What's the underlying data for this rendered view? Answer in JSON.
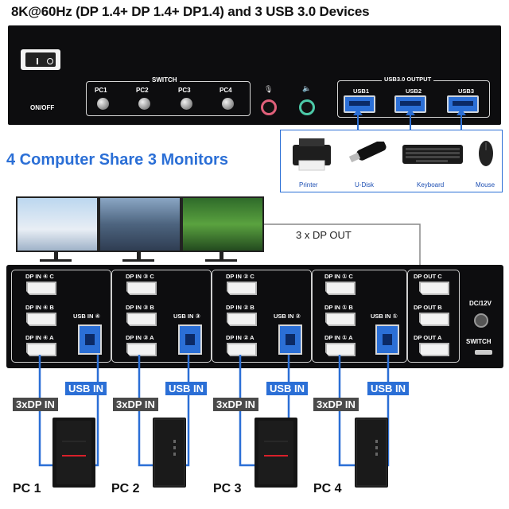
{
  "headline": "8K@60Hz (DP 1.4+ DP 1.4+ DP1.4) and 3 USB 3.0 Devices",
  "front_panel": {
    "power_label": "ON/OFF",
    "switch_label": "SWITCH",
    "pc_buttons": [
      "PC1",
      "PC2",
      "PC3",
      "PC4"
    ],
    "usb_output_label": "USB3.0 OUTPUT",
    "usb_ports": [
      "USB1",
      "USB2",
      "USB3"
    ]
  },
  "devices": [
    "Printer",
    "U-Disk",
    "Keyboard",
    "Mouse"
  ],
  "share_title": "4 Computer Share 3 Monitors",
  "dp_out_caption": "3 x DP OUT",
  "back_panel": {
    "inputs": [
      {
        "dp_c": "DP IN ④ C",
        "dp_b": "DP IN ④ B",
        "dp_a": "DP IN ④ A",
        "usb": "USB IN ④"
      },
      {
        "dp_c": "DP IN ③ C",
        "dp_b": "DP IN ③ B",
        "dp_a": "DP IN ③ A",
        "usb": "USB IN ③"
      },
      {
        "dp_c": "DP IN ② C",
        "dp_b": "DP IN ② B",
        "dp_a": "DP IN ② A",
        "usb": "USB IN ②"
      },
      {
        "dp_c": "DP IN ① C",
        "dp_b": "DP IN ① B",
        "dp_a": "DP IN ① A",
        "usb": "USB IN ①"
      }
    ],
    "outputs": [
      "DP OUT C",
      "DP OUT B",
      "DP OUT A"
    ],
    "dc_label": "DC/12V",
    "switch_label": "SWITCH"
  },
  "cable_labels": {
    "dp": "3xDP IN",
    "usb": "USB IN"
  },
  "computers": [
    "PC 1",
    "PC 2",
    "PC 3",
    "PC 4"
  ],
  "colors": {
    "accent": "#2b6fd6",
    "panel": "#0d0d0f",
    "label_bg": "#4a4a4a"
  }
}
